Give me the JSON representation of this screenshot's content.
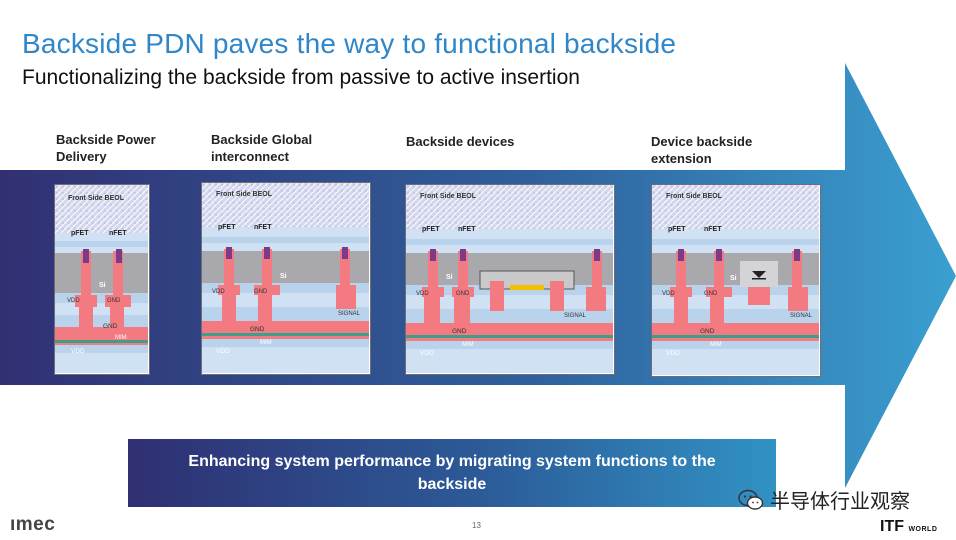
{
  "title": "Backside PDN paves the way to functional backside",
  "subtitle": "Functionalizing the backside from passive to active insertion",
  "stages": [
    {
      "label_line1": "Backside Power",
      "label_line2": "Delivery",
      "labels": {
        "beol": "Front Side BEOL",
        "pfet": "pFET",
        "nfet": "nFET",
        "si": "Si",
        "vdd_top": "VDD",
        "gnd_top": "GND",
        "gnd": "GND",
        "mim": "MIM",
        "vdd": "VDD"
      }
    },
    {
      "label_line1": "Backside Global",
      "label_line2": "interconnect",
      "labels": {
        "beol": "Front Side BEOL",
        "pfet": "pFET",
        "nfet": "nFET",
        "si": "Si",
        "vdd_top": "VDD",
        "gnd_top": "GND",
        "signal": "SIGNAL",
        "gnd": "GND",
        "mim": "MIM",
        "vdd": "VDD"
      }
    },
    {
      "label_line1": "Backside devices",
      "label_line2": "",
      "labels": {
        "beol": "Front Side BEOL",
        "pfet": "pFET",
        "nfet": "nFET",
        "si": "Si",
        "vdd_top": "VDD",
        "gnd_top": "GND",
        "signal": "SIGNAL",
        "gnd": "GND",
        "mim": "MIM",
        "vdd": "VDD"
      }
    },
    {
      "label_line1": "Device backside",
      "label_line2": "extension",
      "labels": {
        "beol": "Front Side BEOL",
        "pfet": "pFET",
        "nfet": "nFET",
        "si": "Si",
        "vdd_top": "VDD",
        "gnd_top": "GND",
        "signal": "SIGNAL",
        "gnd": "GND",
        "mim": "MIM",
        "vdd": "VDD"
      }
    }
  ],
  "banner": {
    "line1": "Enhancing system performance by migrating system functions to the",
    "line2": "backside"
  },
  "footer": {
    "logo": "ımec",
    "page_number": "13",
    "wechat_name": "半导体行业观察",
    "event_brand": "ITF",
    "event_brand_small": "WORLD"
  },
  "colors": {
    "title": "#2f86c8",
    "arrow_start": "#313073",
    "arrow_end": "#3a9fd0",
    "metal": "#f27a80",
    "via": "#7b3b8a",
    "silicon": "#a9a9ad",
    "dielectric": "#b9d3ec"
  }
}
